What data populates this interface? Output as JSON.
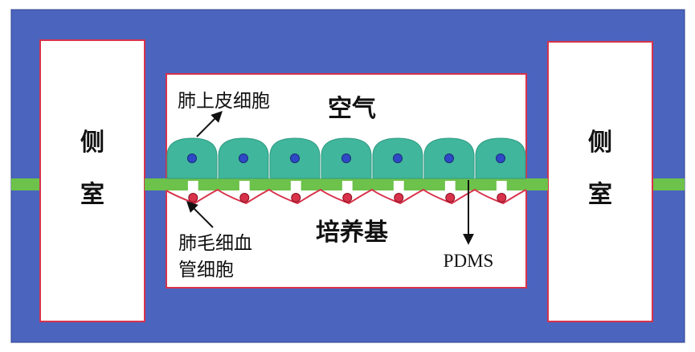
{
  "labels": {
    "left_chamber": [
      "侧",
      "室"
    ],
    "right_chamber": [
      "侧",
      "室"
    ],
    "air": "空气",
    "epithelial": "肺上皮细胞",
    "capillary": [
      "肺毛细血",
      "管细胞"
    ],
    "medium": "培养基",
    "membrane": "PDMS"
  },
  "colors": {
    "device_body": "#4b64be",
    "chamber_fill": "#ffffff",
    "chamber_border": "#d8324b",
    "membrane": "#6cc24a",
    "epithelial_cell": "#40b69c",
    "epithelial_nucleus": "#2e49c6",
    "endothelial_cell": "#d8324b",
    "arrow": "#111111"
  },
  "counts": {
    "epithelial_cells": 7,
    "endothelial_cells": 7,
    "membrane_pores": 7
  }
}
